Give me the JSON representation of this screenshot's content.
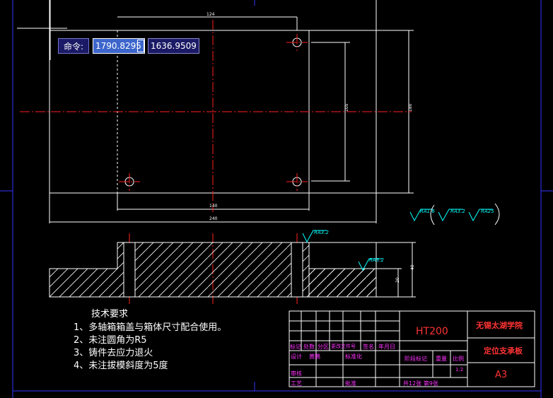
{
  "command": {
    "label": "命令:",
    "coord_x": "1790.8295",
    "coord_y": "1636.9509"
  },
  "dimensions": {
    "top_width": "124",
    "hole_spacing": "140",
    "overall_width": "240",
    "right_height": "180",
    "inner_height": "105",
    "section_height": "40",
    "section_base": "20"
  },
  "roughness": {
    "r1": "RA1.6",
    "r2": "RA3.2",
    "r3": "RA25",
    "r4": "RA3.2",
    "r5": "RA3.2"
  },
  "tech_notes": {
    "title": "技术要求",
    "items": [
      "1、多轴箱箱盖与箱体尺寸配合使用。",
      "2、未注圆角为R5",
      "3、铸件去应力退火",
      "4、未注拔模斜度为5度"
    ]
  },
  "title_block": {
    "material": "HT200",
    "school": "无锡太湖学院",
    "part_name": "定位支承板",
    "sheet_size": "A3",
    "labels": {
      "mark": "标记",
      "count": "处数",
      "zone": "分区",
      "change_doc": "更改文件号",
      "sign": "签名",
      "date": "年月日",
      "design": "设计",
      "designer": "黄鹏",
      "standard": "标准化",
      "stage_mark": "阶段标记",
      "weight": "重量",
      "scale": "比例",
      "scale_value": "1:2",
      "review": "审核",
      "process": "工艺",
      "approve": "批准",
      "sheets": "共12张 第9张"
    }
  }
}
